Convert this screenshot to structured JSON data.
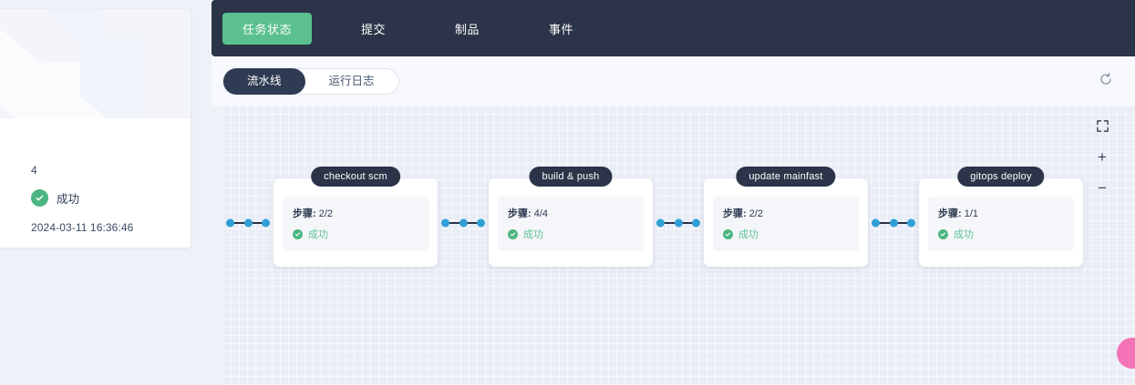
{
  "left_panel": {
    "count": "4",
    "status_label": "成功",
    "status_color": "#4cb680",
    "timestamp": "2024-03-11 16:36:46"
  },
  "tabbar": {
    "tabs": [
      {
        "label": "任务状态",
        "active": true
      },
      {
        "label": "提交",
        "active": false
      },
      {
        "label": "制品",
        "active": false
      },
      {
        "label": "事件",
        "active": false
      }
    ],
    "active_color": "#5bc08e",
    "background": "#2b3448"
  },
  "subbar": {
    "segments": [
      {
        "label": "流水线",
        "active": true
      },
      {
        "label": "运行日志",
        "active": false
      }
    ],
    "refresh_icon": "refresh-icon"
  },
  "canvas": {
    "controls": [
      {
        "name": "fit-screen-icon",
        "glyph": "⤢"
      },
      {
        "name": "zoom-in-icon",
        "glyph": "+"
      },
      {
        "name": "zoom-out-icon",
        "glyph": "−"
      }
    ],
    "grid": true,
    "background": "#e9edf6"
  },
  "pipeline": {
    "steps_prefix": "步骤:",
    "nodes": [
      {
        "name": "checkout scm",
        "steps": "2/2",
        "status": "成功"
      },
      {
        "name": "build & push",
        "steps": "4/4",
        "status": "成功"
      },
      {
        "name": "update mainfast",
        "steps": "2/2",
        "status": "成功"
      },
      {
        "name": "gitops deploy",
        "steps": "1/1",
        "status": "成功"
      }
    ]
  }
}
